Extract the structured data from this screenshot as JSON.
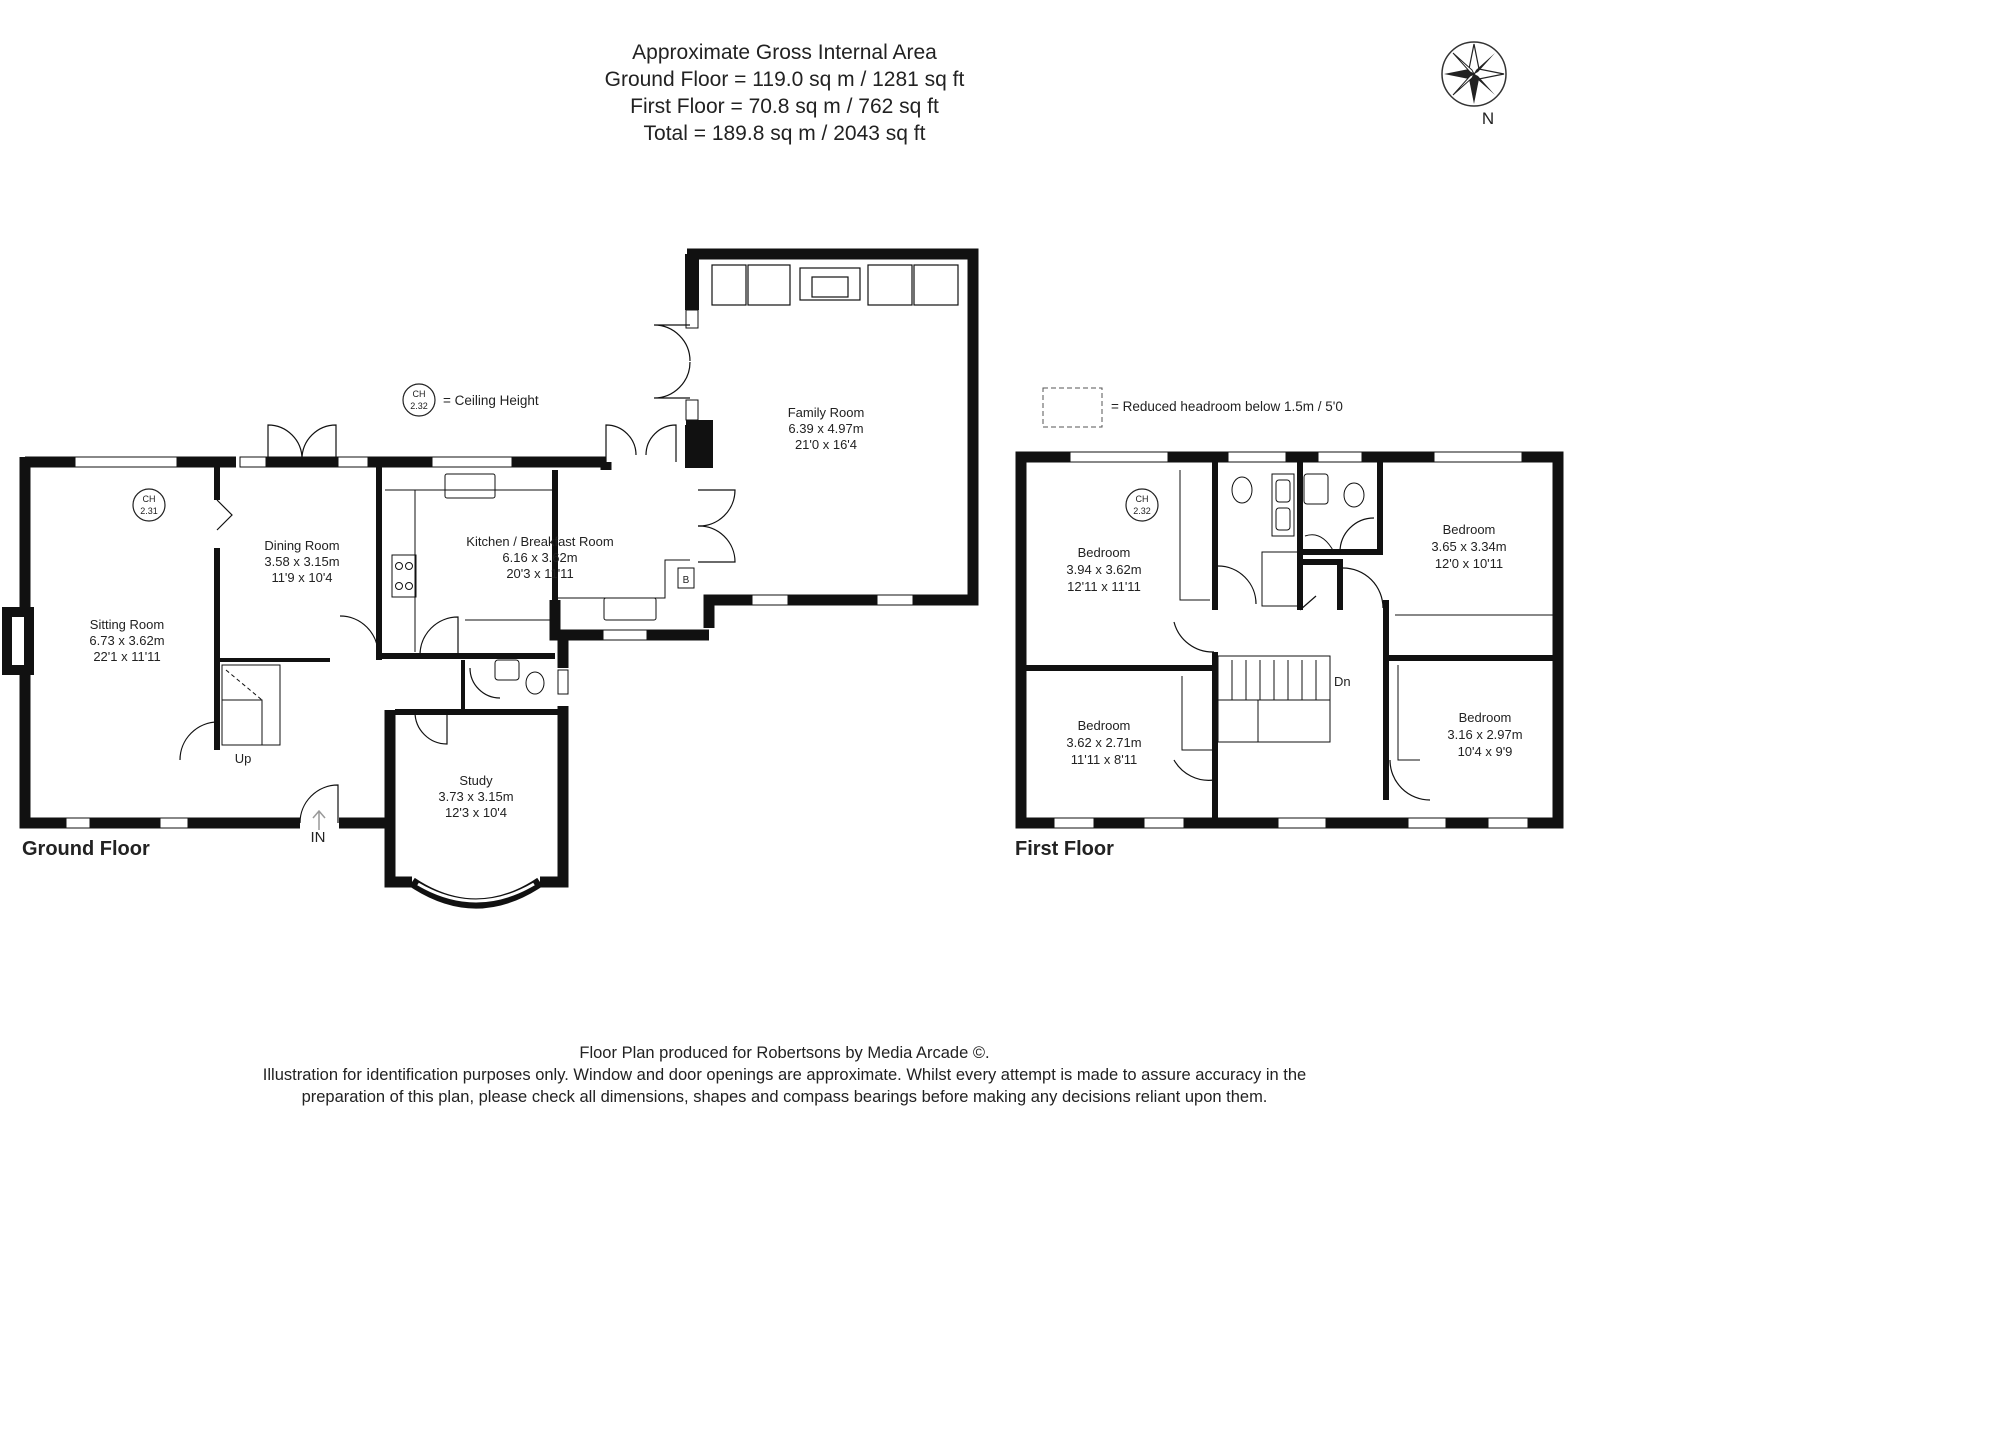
{
  "header": {
    "title": "Approximate Gross Internal Area",
    "ground_floor_area": "Ground Floor = 119.0 sq m / 1281 sq ft",
    "first_floor_area": "First Floor = 70.8 sq m / 762 sq ft",
    "total_area": "Total = 189.8 sq m / 2043 sq ft"
  },
  "compass": {
    "north_label": "N",
    "icon": "compass-rose-icon"
  },
  "legend": {
    "ceiling_height_badge": {
      "ch": "CH",
      "value": "2.32"
    },
    "ceiling_height_text": "= Ceiling Height",
    "reduced_headroom_text": "= Reduced headroom below 1.5m / 5'0"
  },
  "ground_floor": {
    "label": "Ground Floor",
    "entrance_label": "IN",
    "stairs_label": "Up",
    "boiler_label": "B",
    "rooms": {
      "sitting_room": {
        "name": "Sitting Room",
        "metric": "6.73 x 3.62m",
        "imperial": "22'1 x 11'11",
        "ch": "CH",
        "ch_value": "2.31"
      },
      "dining_room": {
        "name": "Dining Room",
        "metric": "3.58 x 3.15m",
        "imperial": "11'9 x 10'4"
      },
      "kitchen": {
        "name": "Kitchen / Breakfast Room",
        "metric": "6.16 x 3.62m",
        "imperial": "20'3 x 11'11"
      },
      "family_room": {
        "name": "Family Room",
        "metric": "6.39 x 4.97m",
        "imperial": "21'0 x 16'4"
      },
      "study": {
        "name": "Study",
        "metric": "3.73 x 3.15m",
        "imperial": "12'3 x 10'4"
      }
    }
  },
  "first_floor": {
    "label": "First Floor",
    "stairs_label": "Dn",
    "rooms": {
      "bedroom_1": {
        "name": "Bedroom",
        "metric": "3.94 x 3.62m",
        "imperial": "12'11 x 11'11",
        "ch": "CH",
        "ch_value": "2.32"
      },
      "bedroom_2": {
        "name": "Bedroom",
        "metric": "3.65 x 3.34m",
        "imperial": "12'0 x 10'11"
      },
      "bedroom_3": {
        "name": "Bedroom",
        "metric": "3.62 x 2.71m",
        "imperial": "11'11 x 8'11"
      },
      "bedroom_4": {
        "name": "Bedroom",
        "metric": "3.16 x 2.97m",
        "imperial": "10'4 x 9'9"
      }
    }
  },
  "footer": {
    "line1": "Floor Plan produced for Robertsons by Media Arcade ©.",
    "line2": "Illustration for identification purposes only. Window and door openings are approximate. Whilst every attempt is made to assure accuracy in the",
    "line3": "preparation of this plan, please check all dimensions, shapes and compass bearings before making any decisions reliant upon them."
  }
}
